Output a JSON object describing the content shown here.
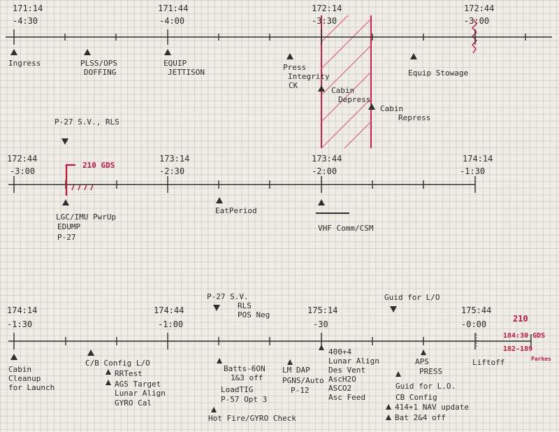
{
  "timeline1": {
    "ticks": [
      {
        "get": "171:14",
        "rel": "-4:30"
      },
      {
        "get": "171:44",
        "rel": "-4:00"
      },
      {
        "get": "172:14",
        "rel": "-3:30"
      },
      {
        "get": "172:44",
        "rel": "-3:00"
      }
    ],
    "events": [
      {
        "lines": [
          "Ingress"
        ]
      },
      {
        "lines": [
          "PLSS/OPS",
          "DOFFING"
        ]
      },
      {
        "lines": [
          "EQUIP",
          "JETTISON"
        ]
      },
      {
        "lines": [
          "Press",
          "Integrity",
          "CK"
        ]
      },
      {
        "lines": [
          "Cabin",
          "Depress"
        ]
      },
      {
        "lines": [
          "Cabin",
          "Repress"
        ]
      },
      {
        "lines": [
          "Equip Stowage"
        ]
      }
    ]
  },
  "timeline2": {
    "above_note": "P-27 S.V., RLS",
    "red_label": "210 GDS",
    "ticks": [
      {
        "get": "172:44",
        "rel": "-3:00"
      },
      {
        "get": "173:14",
        "rel": "-2:30"
      },
      {
        "get": "173:44",
        "rel": "-2:00"
      },
      {
        "get": "174:14",
        "rel": "-1:30"
      }
    ],
    "events": [
      {
        "lines": [
          "LGC/IMU PwrUp",
          "EDUMP",
          "P-27"
        ]
      },
      {
        "lines": [
          "EatPeriod"
        ]
      },
      {
        "lines": [
          "VHF Comm/CSM"
        ]
      }
    ]
  },
  "timeline3": {
    "ticks": [
      {
        "get": "174:14",
        "rel": "-1:30"
      },
      {
        "get": "174:44",
        "rel": "-1:00"
      },
      {
        "get": "175:14",
        "rel": "-30"
      },
      {
        "get": "175:44",
        "rel": "-0:00"
      }
    ],
    "above_notes": [
      {
        "lines": [
          "P-27 S.V.",
          "RLS",
          "POS Neg"
        ]
      },
      {
        "lines": [
          "Guid for L/O"
        ]
      }
    ],
    "events": [
      {
        "lines": [
          "Cabin",
          "Cleanup",
          "for Launch"
        ]
      },
      {
        "lines": [
          "C/B Config L/O"
        ]
      },
      {
        "lines": [
          "RRTest"
        ]
      },
      {
        "lines": [
          "AGS Target",
          "Lunar Align",
          "GYRO Cal"
        ]
      },
      {
        "lines": [
          "Batts-6ON",
          "1&3 off"
        ]
      },
      {
        "lines": [
          "LoadTIG",
          "P-57 Opt 3"
        ]
      },
      {
        "lines": [
          "Hot Fire/GYRO Check"
        ]
      },
      {
        "lines": [
          "LM DAP",
          "PGNS/Auto",
          "P-12"
        ]
      },
      {
        "lines": [
          "400+4",
          "Lunar Align",
          "Des Vent",
          "AscH2O",
          "ASCO2",
          "Asc Feed"
        ]
      },
      {
        "lines": [
          "APS",
          "PRESS"
        ]
      },
      {
        "lines": [
          "Guid for L.O."
        ]
      },
      {
        "lines": [
          "CB Config"
        ]
      },
      {
        "lines": [
          "414+1 NAV update"
        ]
      },
      {
        "lines": [
          "Bat 2&4 off"
        ]
      },
      {
        "lines": [
          "Liftoff"
        ]
      }
    ],
    "red_notes": [
      "210",
      "184:30 GDS",
      "182-189",
      "Parkes"
    ]
  },
  "colors": {
    "ink": "#2e2e2e",
    "red": "#c7163b",
    "paper": "#f1ede2",
    "grid": "#9bb7d2"
  }
}
